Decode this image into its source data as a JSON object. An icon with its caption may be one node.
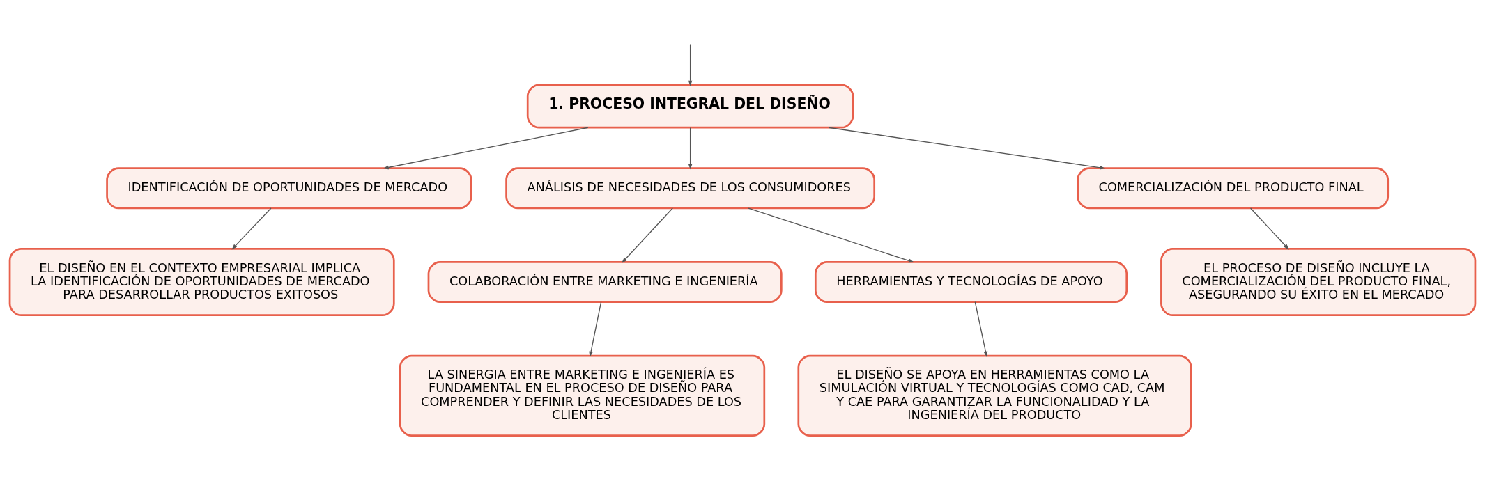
{
  "diagram": {
    "nodes": [
      {
        "text": [
          "1. PROCESO INTEGRAL DEL DISEÑO"
        ]
      },
      {
        "text": [
          "IDENTIFICACIÓN DE OPORTUNIDADES DE MERCADO"
        ]
      },
      {
        "text": [
          "ANÁLISIS DE NECESIDADES DE LOS CONSUMIDORES"
        ]
      },
      {
        "text": [
          "COMERCIALIZACIÓN DEL PRODUCTO FINAL"
        ]
      },
      {
        "text": [
          "EL DISEÑO EN EL CONTEXTO EMPRESARIAL IMPLICA LA IDENTIFICACIÓN DE OPORTUNIDADES DE MERCADO PARA DESARROLLAR PRODUCTOS EXITOSOS"
        ]
      },
      {
        "text": [
          "COLABORACIÓN ENTRE MARKETING E INGENIERÍA"
        ]
      },
      {
        "text": [
          "HERRAMIENTAS Y TECNOLOGÍAS DE APOYO"
        ]
      },
      {
        "text": [
          "EL PROCESO DE DISEÑO INCLUYE LA COMERCIALIZACIÓN DEL PRODUCTO FINAL, ASEGURANDO SU ÉXITO EN EL MERCADO"
        ]
      },
      {
        "text": [
          "LA SINERGIA ENTRE MARKETING E INGENIERÍA ES FUNDAMENTAL EN EL PROCESO DE DISEÑO PARA COMPRENDER Y DEFINIR LAS NECESIDADES DE LOS CLIENTES"
        ]
      },
      {
        "text": [
          "EL DISEÑO SE APOYA EN HERRAMIENTAS COMO LA SIMULACIÓN VIRTUAL Y TECNOLOGÍAS COMO CAD, CAM Y CAE PARA GARANTIZAR LA FUNCIONALIDAD Y LA INGENIERÍA DEL PRODUCTO"
        ]
      }
    ],
    "edges": [
      {
        "from": null,
        "to": 0,
        "arrow": "to"
      },
      {
        "from": 0,
        "to": 1,
        "arrow": "to"
      },
      {
        "from": 0,
        "to": 2,
        "arrow": "to"
      },
      {
        "from": 0,
        "to": 3,
        "arrow": "to"
      },
      {
        "from": 1,
        "to": 4,
        "arrow": "to"
      },
      {
        "from": 2,
        "to": 5,
        "arrow": "to"
      },
      {
        "from": 2,
        "to": 6,
        "arrow": "to"
      },
      {
        "from": 3,
        "to": 7,
        "arrow": "to"
      },
      {
        "from": 5,
        "to": 8,
        "arrow": "to"
      },
      {
        "from": 6,
        "to": 9,
        "arrow": "to"
      }
    ]
  }
}
